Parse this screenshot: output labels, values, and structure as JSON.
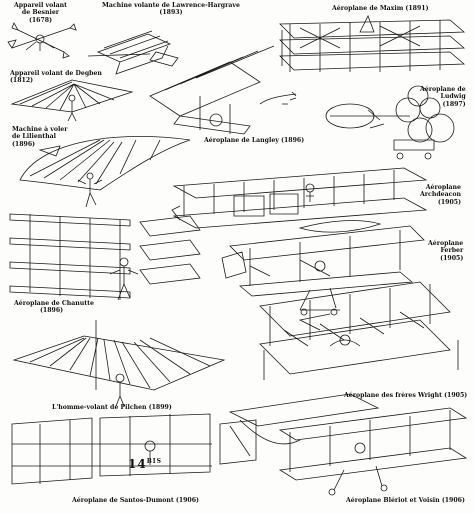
{
  "captions": {
    "besnier": {
      "name": "Appareil volant de Besnier",
      "line1": "Appareil volant",
      "line2": "de Besnier",
      "year": "(1678)"
    },
    "lawrence": {
      "name": "Machine volante de Lawrence-Hargrave",
      "year": "(1893)"
    },
    "maxim": {
      "name": "Aéroplane de Maxim",
      "year": "(1891)"
    },
    "degben": {
      "name": "Appareil volant de Degben",
      "year": "(1812)"
    },
    "ludwig": {
      "line1": "Aéroplane de",
      "line2": "Ludwig",
      "year": "(1897)"
    },
    "langley": {
      "name": "Aéroplane de Langley",
      "year": "(1896)"
    },
    "lilienthal": {
      "line1": "Machine à voler",
      "line2": "de Lilienthal",
      "year": "(1896)"
    },
    "archdeacon": {
      "line1": "Aéroplane",
      "line2": "Archdeacon",
      "year": "(1905)"
    },
    "ferber": {
      "line1": "Aéroplane",
      "line2": "Ferber",
      "year": "(1905)"
    },
    "chanutte": {
      "name": "Aéroplane de Chanutte",
      "year": "(1896)"
    },
    "pilchen": {
      "name": "L'homme-volant de Pilchen",
      "year": "(1899)"
    },
    "wright": {
      "name": "Aéroplane des frères Wright",
      "year": "(1905)"
    },
    "santos": {
      "name": "Aéroplane de Santos-Dumont",
      "year": "(1906)"
    },
    "bleriot": {
      "name": "Aéroplane Blériot et Voisin",
      "year": "(1906)"
    }
  },
  "santos_number": {
    "num": "14",
    "sup": "BIS"
  }
}
